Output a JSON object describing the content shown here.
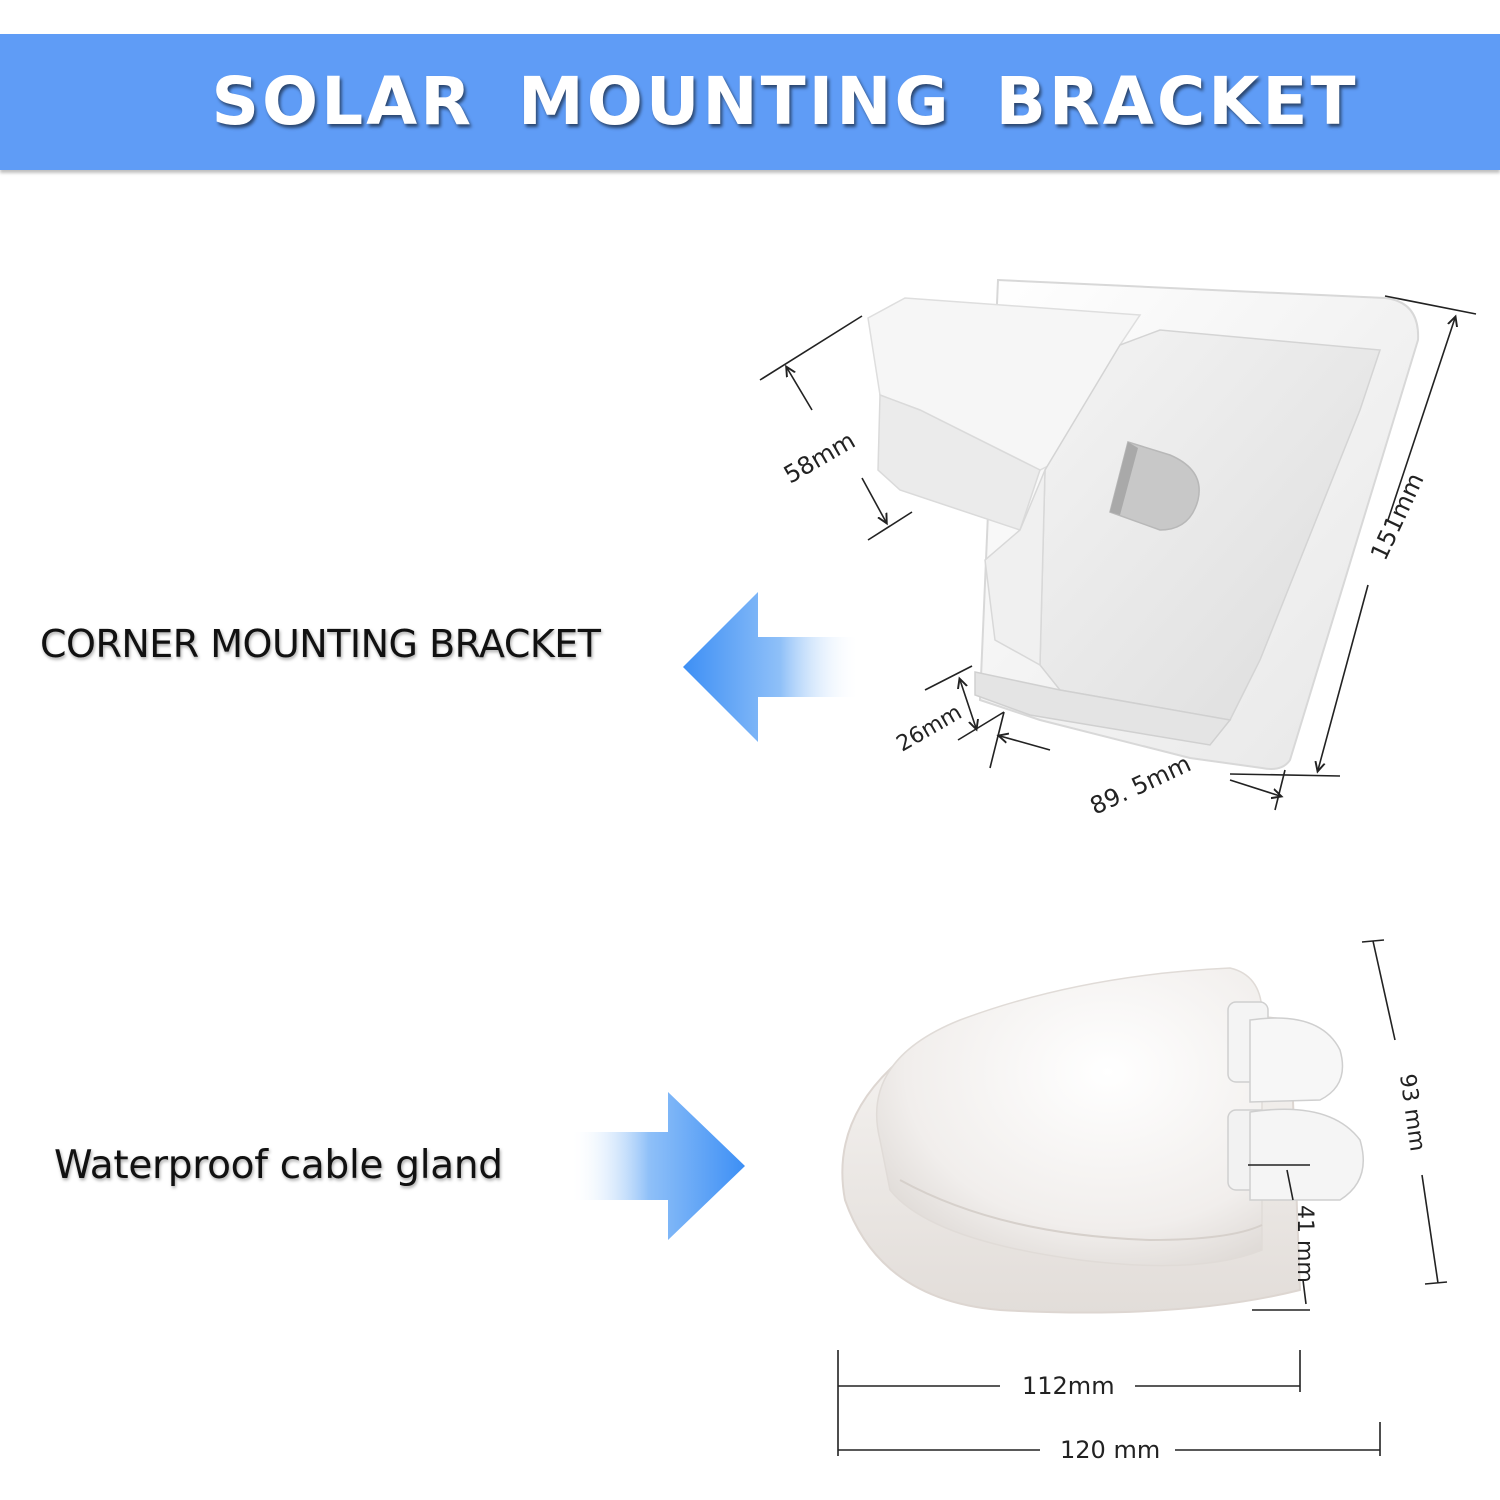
{
  "banner": {
    "title": "SOLAR MOUNTING BRACKET",
    "color": "#5f9cf6"
  },
  "products": {
    "corner": {
      "label": "CORNER MOUNTING BRACKET",
      "dimensions": {
        "depth": "58mm",
        "height": "151mm",
        "lip": "26mm",
        "width": "89. 5mm"
      }
    },
    "gland": {
      "label": "Waterproof cable gland",
      "dimensions": {
        "height": "93 mm",
        "port": "41 mm",
        "inner_width": "112mm",
        "outer_width": "120 mm"
      }
    }
  },
  "icons": {
    "arrow_left": "arrow-left-icon",
    "arrow_right": "arrow-right-icon"
  }
}
